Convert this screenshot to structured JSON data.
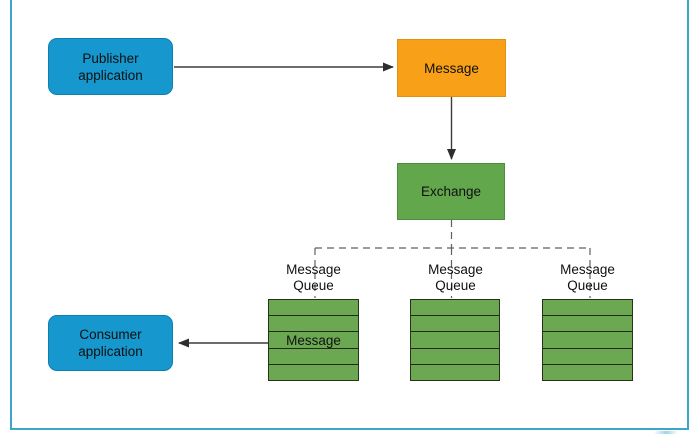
{
  "diagram": {
    "type": "message-broker-architecture",
    "colors": {
      "frame": "#3AA6C8",
      "application_fill": "#1697CE",
      "message_fill": "#F8A118",
      "exchange_fill": "#63A74D",
      "queue_fill": "#6CA851",
      "arrow": "#3B3B3B",
      "dashed_line": "#606060",
      "text": "#101010",
      "background": "#FFFFFF"
    },
    "nodes": {
      "publisher": {
        "label": "Publisher\napplication"
      },
      "message": {
        "label": "Message"
      },
      "exchange": {
        "label": "Exchange"
      },
      "consumer": {
        "label": "Consumer\napplication"
      },
      "queue1": {
        "label": "Message\nQueue",
        "rows": 5,
        "message_row_index": 3,
        "message_row_label": "Message"
      },
      "queue2": {
        "label": "Message\nQueue",
        "rows": 5
      },
      "queue3": {
        "label": "Message\nQueue",
        "rows": 5
      }
    },
    "edges": [
      {
        "from": "publisher",
        "to": "message",
        "style": "solid-arrow"
      },
      {
        "from": "message",
        "to": "exchange",
        "style": "solid-arrow"
      },
      {
        "from": "exchange",
        "to": "queue1",
        "style": "dashed"
      },
      {
        "from": "exchange",
        "to": "queue2",
        "style": "dashed"
      },
      {
        "from": "exchange",
        "to": "queue3",
        "style": "dashed"
      },
      {
        "from": "queue1",
        "to": "consumer",
        "style": "solid-arrow"
      }
    ]
  }
}
